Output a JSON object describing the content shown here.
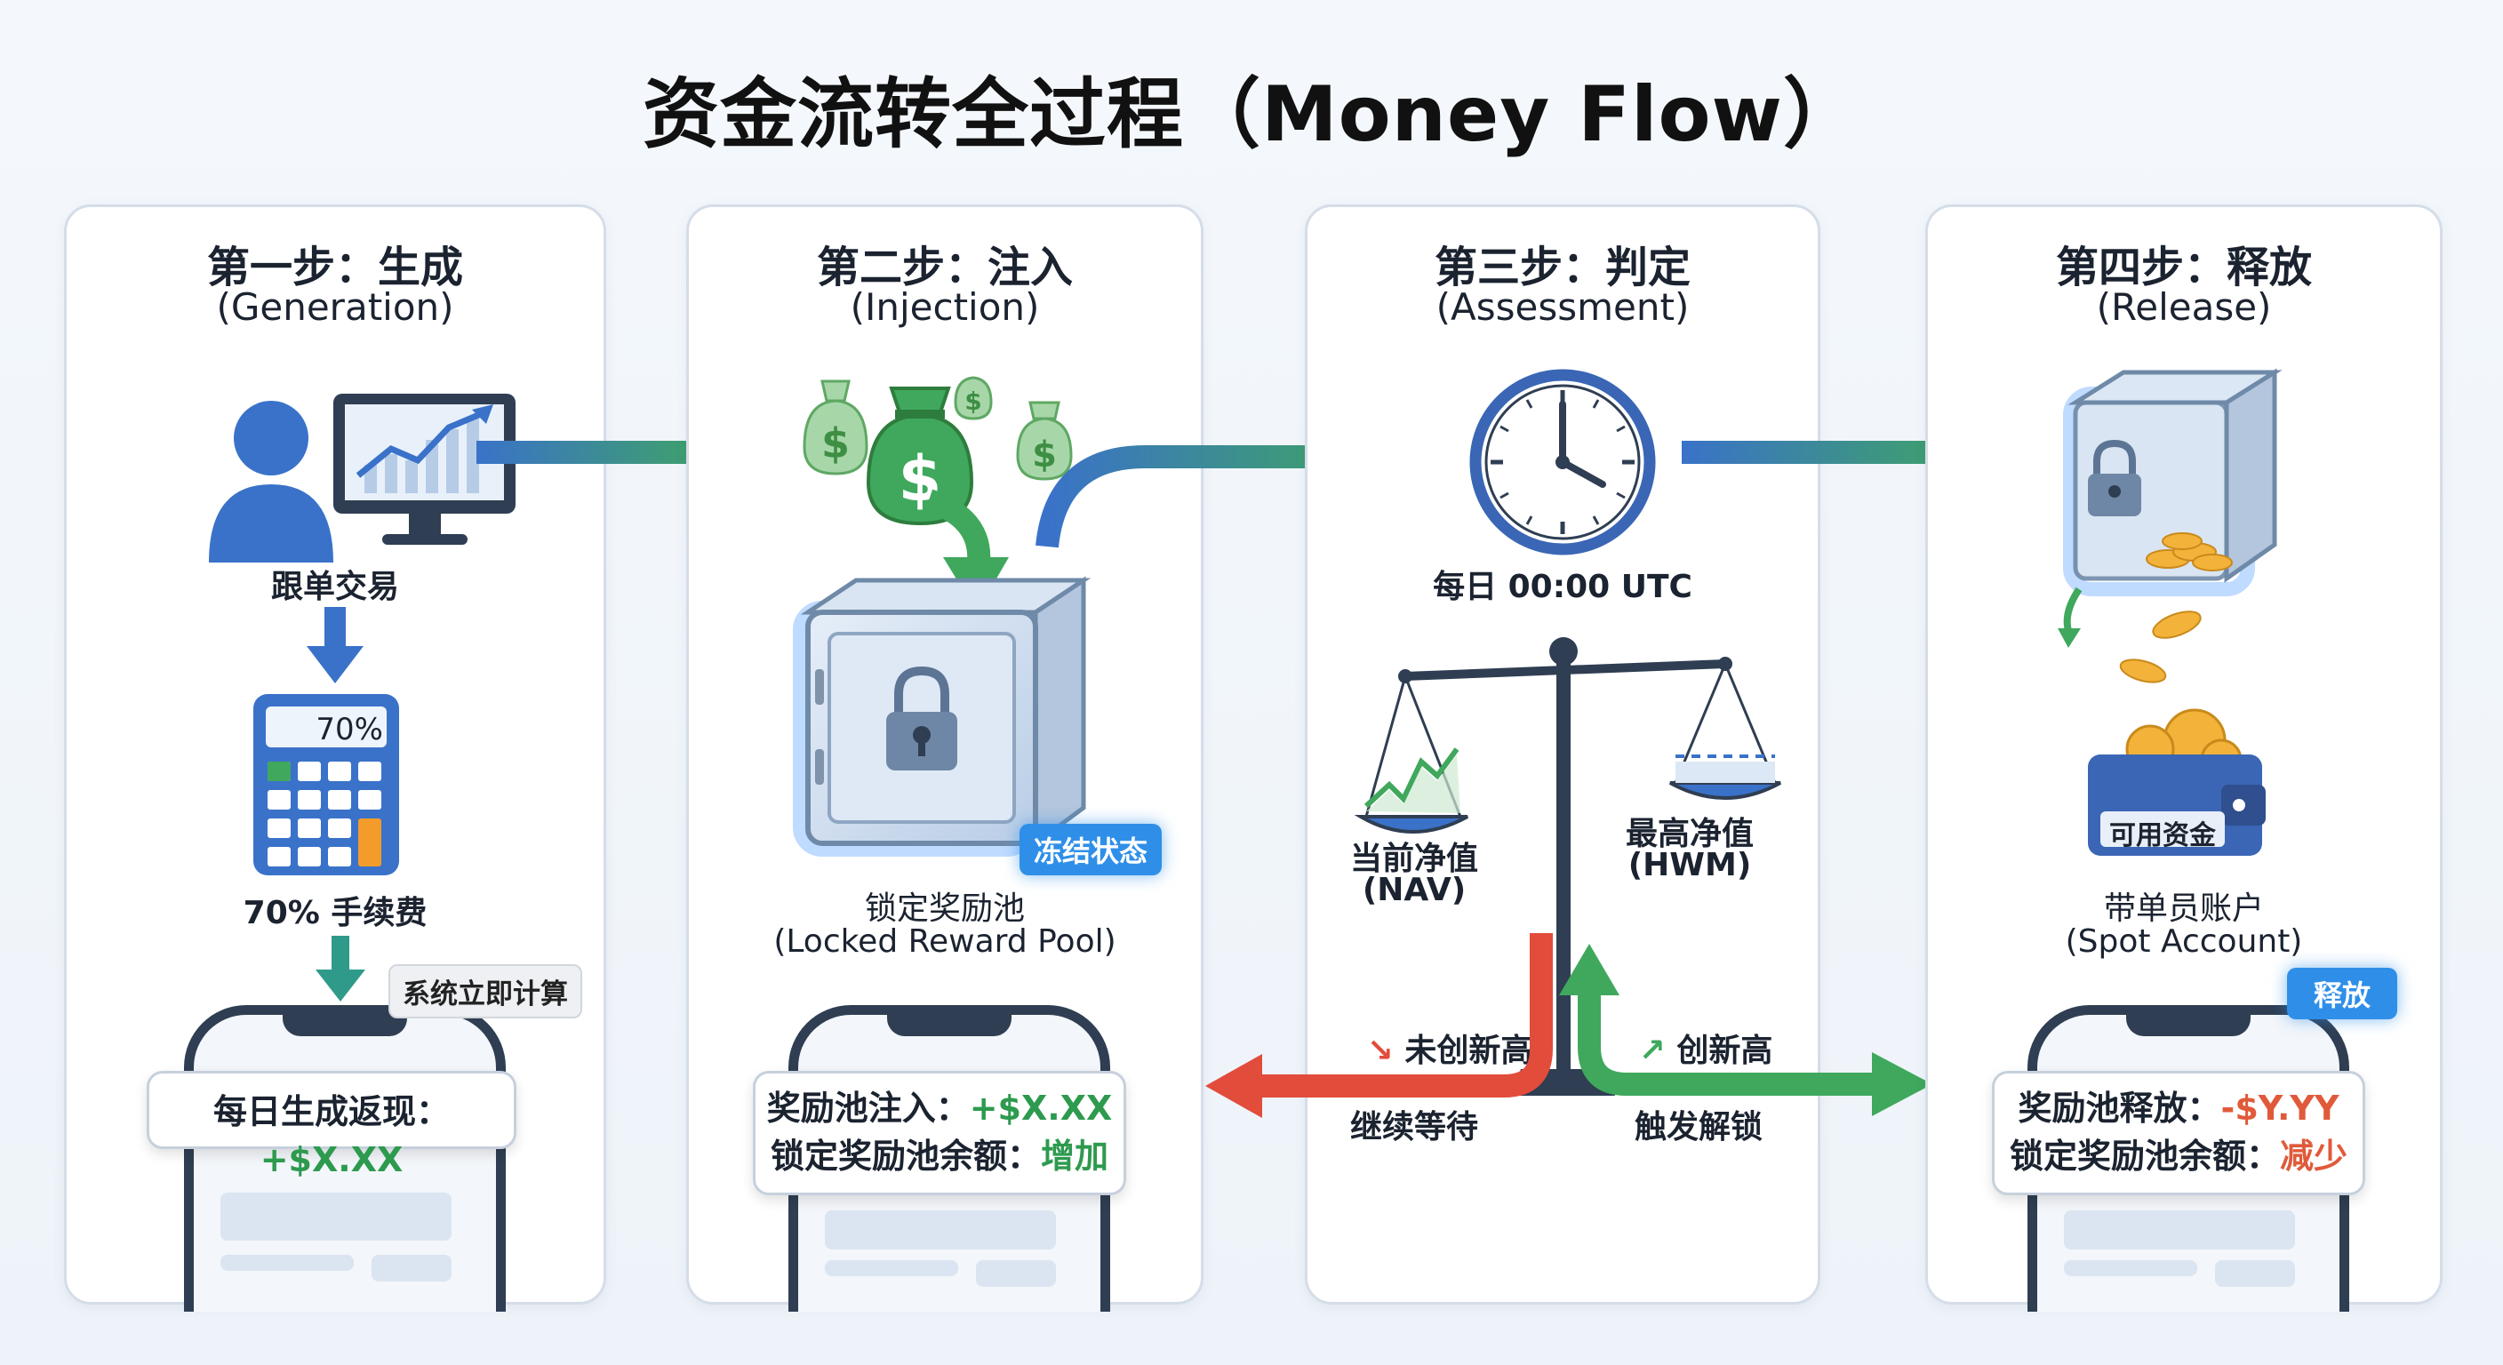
{
  "title": "资金流转全过程（Money Flow）",
  "colors": {
    "blue": "#3a72c9",
    "green": "#3fa85c",
    "red": "#e24c3b",
    "dark": "#2f3e52",
    "badge": "#2f8fe8"
  },
  "steps": [
    {
      "title": "第一步：生成",
      "subtitle": "(Generation)",
      "icon_label": "跟单交易",
      "calc_display": "70%",
      "fee_label": "70% 手续费",
      "badge": "系统立即计算",
      "callout": {
        "label": "每日生成返现：",
        "value": "+$X.XX"
      }
    },
    {
      "title": "第二步：注入",
      "subtitle": "(Injection)",
      "badge": "冻结状态",
      "pool_label": "锁定奖励池",
      "pool_label_en": "(Locked Reward Pool)",
      "callout": {
        "row1_label": "奖励池注入：",
        "row1_value": "+$X.XX",
        "row2_label": "锁定奖励池余额：",
        "row2_value": "增加"
      }
    },
    {
      "title": "第三步：判定",
      "subtitle": "(Assessment)",
      "clock_label": "每日 00:00 UTC",
      "left_pan": "当前净值",
      "left_pan_en": "(NAV)",
      "right_pan": "最高净值",
      "right_pan_en": "(HWM)",
      "fail_label": "未创新高",
      "fail_action": "继续等待",
      "success_label": "创新高",
      "success_action": "触发解锁"
    },
    {
      "title": "第四步：释放",
      "subtitle": "(Release)",
      "wallet_text": "可用资金",
      "account_label": "带单员账户",
      "account_label_en": "(Spot Account)",
      "badge": "释放",
      "callout": {
        "row1_label": "奖励池释放：",
        "row1_value": "-$Y.YY",
        "row2_label": "锁定奖励池余额：",
        "row2_value": "减少"
      }
    }
  ]
}
